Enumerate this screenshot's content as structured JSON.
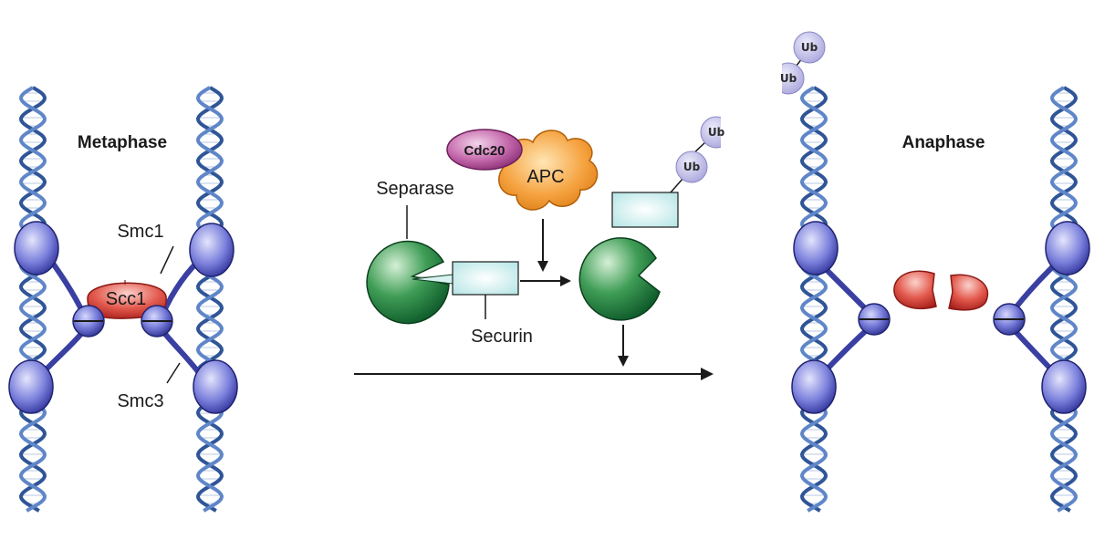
{
  "labels": {
    "metaphase": "Metaphase",
    "anaphase": "Anaphase",
    "smc1": "Smc1",
    "smc3": "Smc3",
    "scc1": "Scc1",
    "separase": "Separase",
    "securin": "Securin",
    "apc": "APC",
    "cdc20": "Cdc20",
    "ub": "Ub"
  },
  "colors": {
    "dna": "#3f63a8",
    "dna_light": "#c9d6ee",
    "cohesin_head": "#6f74d6",
    "scc1": "#e0473f",
    "separase": "#2c8a46",
    "securin": "#d8f1f1",
    "apc": "#f39a33",
    "cdc20": "#b84f9c",
    "ubiquitin": "#b9b6e2"
  }
}
